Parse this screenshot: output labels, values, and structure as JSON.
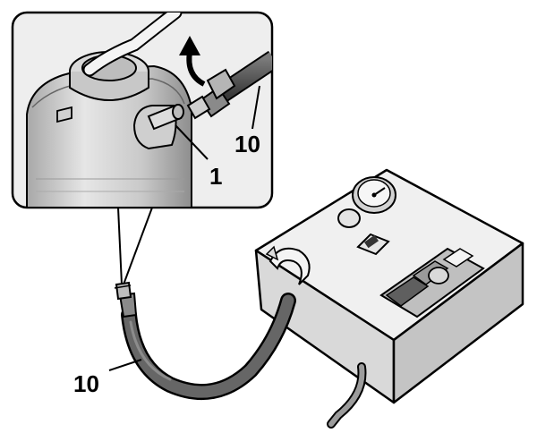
{
  "callouts": {
    "inset_hose": "10",
    "inset_valve": "1",
    "main_hose": "10"
  },
  "colors": {
    "outline": "#000000",
    "inset_background": "#e8e8e8",
    "canister_light": "#dcdcdc",
    "canister_dark": "#9a9a9a",
    "hose": "#555555",
    "hose_dark": "#2e2e2e",
    "compressor_top": "#eeeeee",
    "compressor_side_front": "#d6d6d6",
    "compressor_side_right": "#c2c2c2"
  },
  "icons": [
    "tire-sealant-canister",
    "curved-arrow-icon",
    "air-pressure-gauge-icon",
    "power-switch-icon",
    "hose-storage-icon"
  ]
}
